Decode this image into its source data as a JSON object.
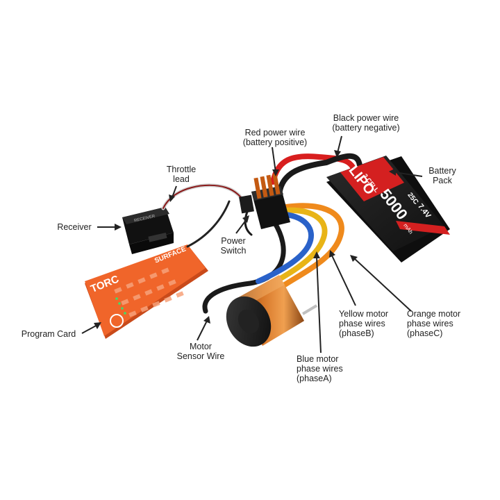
{
  "labels": {
    "red_power_wire": [
      "Red power wire",
      "(battery positive)"
    ],
    "black_power_wire": [
      "Black power wire",
      "(battery negative)"
    ],
    "throttle_lead": [
      "Throttle",
      "lead"
    ],
    "battery_pack": [
      "Battery",
      "Pack"
    ],
    "receiver": [
      "Receiver"
    ],
    "power_switch": [
      "Power",
      "Switch"
    ],
    "program_card": [
      "Program Card"
    ],
    "motor_sensor_wire": [
      "Motor",
      "Sensor Wire"
    ],
    "yellow_phase": [
      "Yellow motor",
      "phase wires",
      "(phaseB)"
    ],
    "orange_phase": [
      "Orange motor",
      "phase wires",
      "(phaseC)"
    ],
    "blue_phase": [
      "Blue motor",
      "phase wires",
      "(phaseA)"
    ]
  },
  "battery": {
    "cell_text": "2 CELL",
    "type_text": "LIPO",
    "capacity_text": "5000",
    "unit_text": "mAh",
    "rate_text": "25C",
    "voltage_text": "7.4V"
  },
  "receiver_text": "RECEIVER",
  "card": {
    "brand": "TORC",
    "model": "SURFACE"
  },
  "colors": {
    "red_wire": "#d81e1e",
    "black_wire": "#1a1a1a",
    "blue_wire": "#2a62c9",
    "yellow_wire": "#e8b417",
    "orange_wire": "#ef8a1c",
    "program_card": "#f0652a",
    "battery_case": "#1c1c1c",
    "battery_accent": "#d42020"
  }
}
